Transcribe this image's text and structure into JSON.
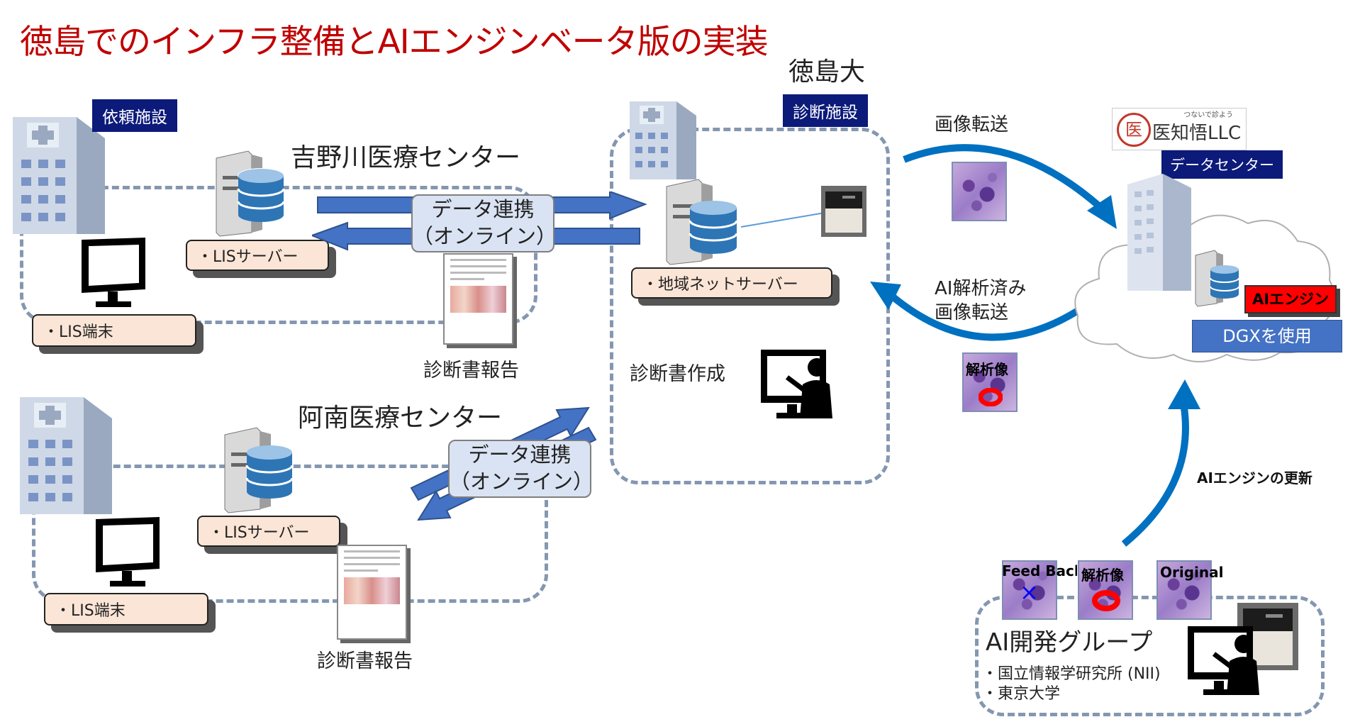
{
  "title": "徳島でのインフラ整備とAIエンジンベータ版の実装",
  "requesting_tag": "依頼施設",
  "diagnosis_tag": "診断施設",
  "tokudai_label": "徳島大",
  "yoshinogawa": {
    "name": "吉野川医療センター",
    "server_label": "・LISサーバー",
    "terminal_label": "・LIS端末",
    "report_label": "診断書報告",
    "link_label_1": "データ連携",
    "link_label_2": "（オンライン）"
  },
  "anan": {
    "name": "阿南医療センター",
    "server_label": "・LISサーバー",
    "terminal_label": "・LIS端末",
    "report_label": "診断書報告",
    "link_label_1": "データ連携",
    "link_label_2": "（オンライン）"
  },
  "tokudai": {
    "server_label": "・地域ネットサーバー",
    "report_create_label": "診断書作成"
  },
  "transfer": {
    "image_transfer": "画像転送",
    "ai_transfer_1": "AI解析済み",
    "ai_transfer_2": "画像転送",
    "analysis_image": "解析像"
  },
  "datacenter": {
    "logo_tagline": "つないで診よう",
    "logo_seal": "医",
    "logo_text": "医知悟LLC",
    "tag": "データセンター",
    "ai_engine_label": "AIエンジン",
    "dgx_label": "DGXを使用"
  },
  "update_label": "AIエンジンの更新",
  "dev_group": {
    "feedback_label": "Feed Back",
    "analysis_label": "解析像",
    "original_label": "Original",
    "name": "AI開発グループ",
    "member_1": "・国立情報学研究所 (NII)",
    "member_2": "・東京大学"
  },
  "colors": {
    "title_red": "#c00000",
    "navy": "#0c1a7a",
    "arrow_blue": "#4472c4",
    "curve_blue": "#0070c0",
    "dash_gray": "#8497b0"
  }
}
